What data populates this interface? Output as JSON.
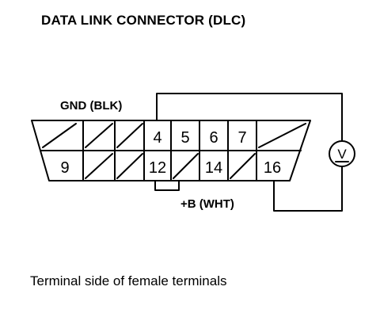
{
  "title": "DATA LINK CONNECTOR (DLC)",
  "caption": "Terminal side of female terminals",
  "connector": {
    "top_row_pins": [
      "4",
      "5",
      "6",
      "7"
    ],
    "bottom_row_pins": [
      "9",
      "12",
      "14",
      "16"
    ]
  },
  "wires": {
    "ground_label": "GND (BLK)",
    "battery_label": "+B (WHT)"
  },
  "meter": {
    "symbol": "V"
  }
}
